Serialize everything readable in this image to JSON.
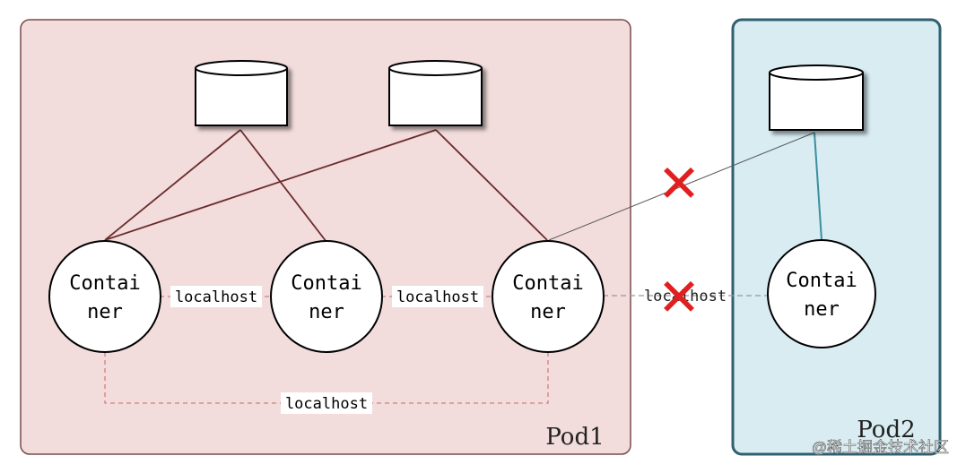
{
  "pods": [
    {
      "label": "Pod1",
      "fill": "#f2dcdc",
      "stroke": "#7a4a4a"
    },
    {
      "label": "Pod2",
      "fill": "#d8ecf2",
      "stroke": "#2f5f70"
    }
  ],
  "containers": [
    {
      "line1": "Contai",
      "line2": "ner"
    },
    {
      "line1": "Contai",
      "line2": "ner"
    },
    {
      "line1": "Contai",
      "line2": "ner"
    },
    {
      "line1": "Contai",
      "line2": "ner"
    }
  ],
  "links": {
    "c1_c2": "localhost",
    "c2_c3": "localhost",
    "c1_c3": "localhost",
    "c3_c4": "localhost"
  },
  "blocked_mark": "✕",
  "watermark": "@稀土掘金技术社区",
  "colors": {
    "volume_line_pod1": "#6b2c2c",
    "volume_line_pod2": "#3a8fa0",
    "cross_line": "#5a5a5a",
    "dashed_pod1": "#d08080",
    "dashed_cross": "#999999",
    "blocked": "#e02020"
  }
}
